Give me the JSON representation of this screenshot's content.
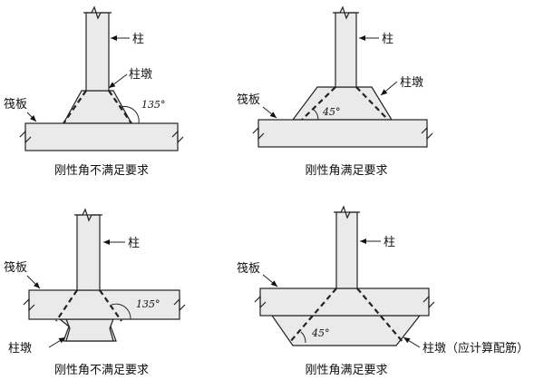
{
  "labels": {
    "column": "柱",
    "pier": "柱墩",
    "raft": "筏板",
    "pier_calc": "柱墩（应计算配筋）"
  },
  "angles": {
    "obtuse": "135°",
    "acute": "45°"
  },
  "captions": {
    "top_left": "刚性角不满足要求",
    "top_right": "刚性角满足要求",
    "bottom_left": "刚性角不满足要求",
    "bottom_right": "刚性角满足要求"
  }
}
